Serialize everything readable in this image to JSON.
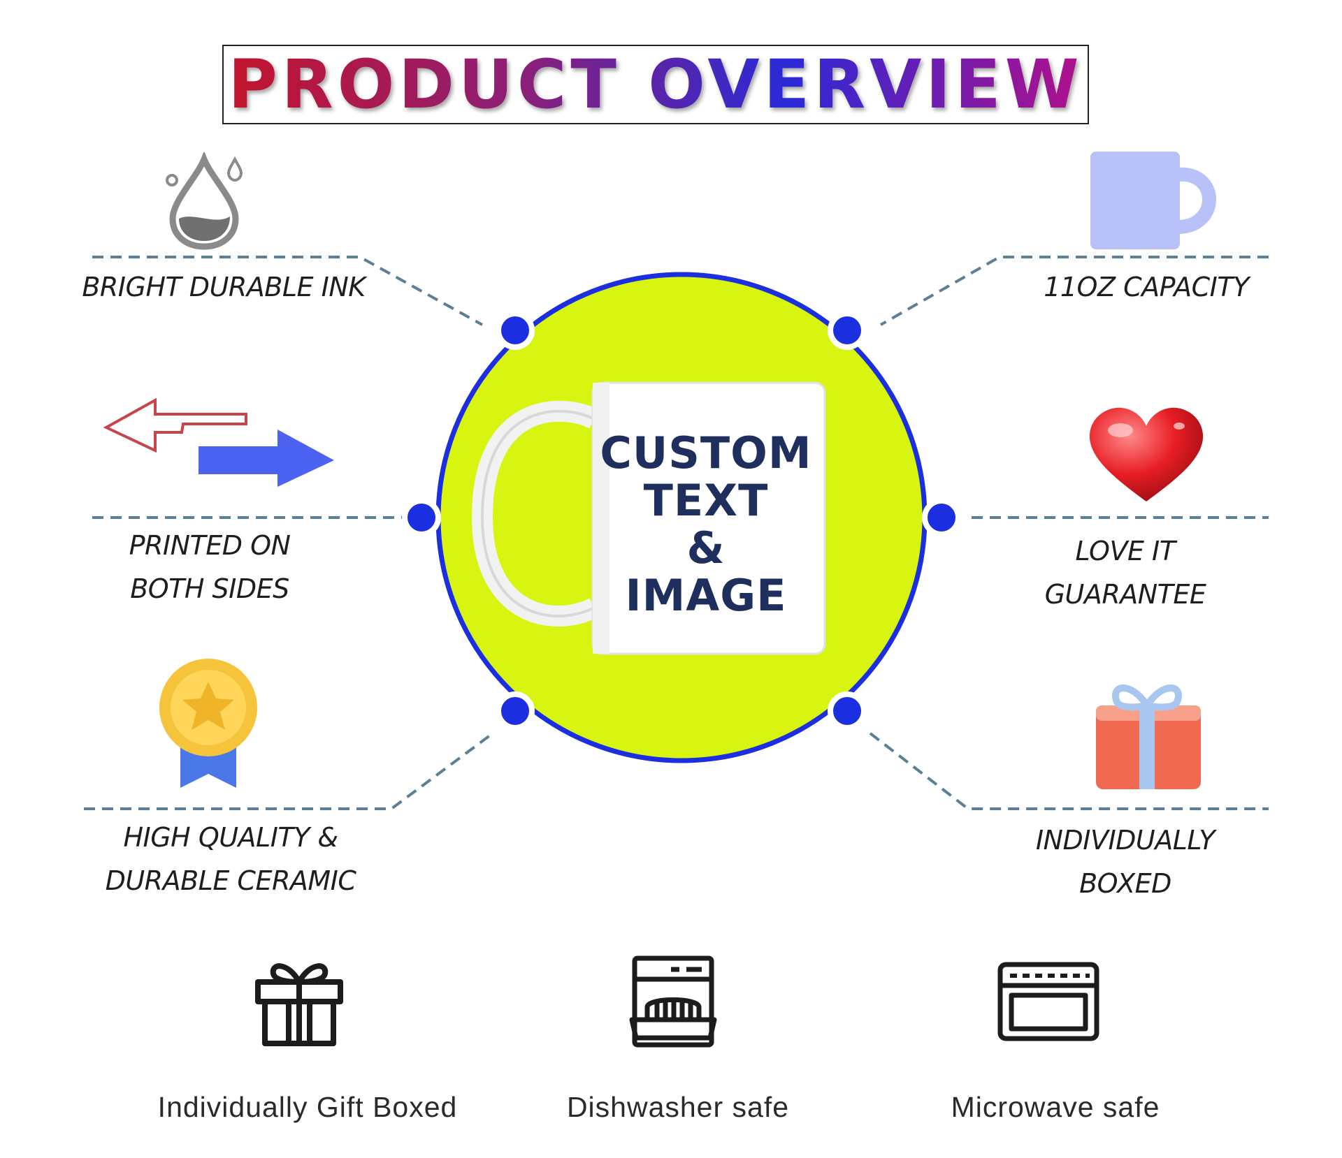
{
  "title": "PRODUCT OVERVIEW",
  "center": {
    "mug_text_lines": [
      "CUSTOM",
      "TEXT",
      "&",
      "IMAGE"
    ],
    "circle_color": "#d7f510",
    "ring_color": "#1b2fe0"
  },
  "features": {
    "left": [
      {
        "icon": "water-drop-icon",
        "lines": [
          "BRIGHT DURABLE INK"
        ]
      },
      {
        "icon": "double-arrow-icon",
        "lines": [
          "PRINTED ON",
          "BOTH SIDES"
        ]
      },
      {
        "icon": "medal-icon",
        "lines": [
          "HIGH QUALITY &",
          "DURABLE CERAMIC"
        ]
      }
    ],
    "right": [
      {
        "icon": "mug-icon",
        "lines": [
          "11OZ  CAPACITY"
        ]
      },
      {
        "icon": "heart-icon",
        "lines": [
          "LOVE IT",
          "GUARANTEE"
        ]
      },
      {
        "icon": "gift-box-icon",
        "lines": [
          "INDIVIDUALLY",
          "BOXED"
        ]
      }
    ]
  },
  "bottom": [
    {
      "icon": "gift-outline-icon",
      "label": "Individually Gift Boxed"
    },
    {
      "icon": "dishwasher-icon",
      "label": "Dishwasher safe"
    },
    {
      "icon": "microwave-icon",
      "label": "Microwave safe"
    }
  ]
}
